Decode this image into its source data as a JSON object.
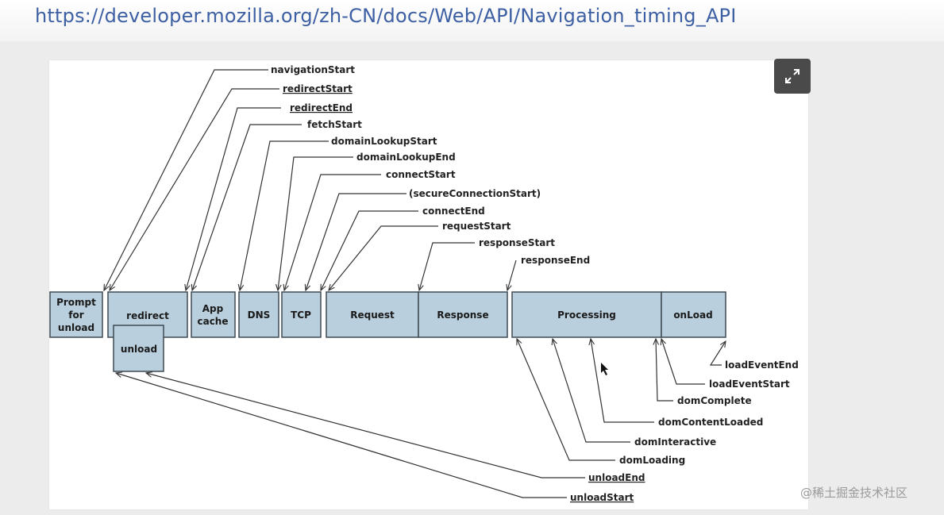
{
  "url": "https://developer.mozilla.org/zh-CN/docs/Web/API/Navigation_timing_API",
  "expand_icon": "expand-icon",
  "watermark": "@稀土掘金技术社区",
  "phases": {
    "prompt": [
      "Prompt",
      "for",
      "unload"
    ],
    "redirect": "redirect",
    "unload": "unload",
    "appcache": [
      "App",
      "cache"
    ],
    "dns": "DNS",
    "tcp": "TCP",
    "request": "Request",
    "response": "Response",
    "processing": "Processing",
    "onload": "onLoad"
  },
  "events": {
    "navigationStart": "navigationStart",
    "redirectStart": "redirectStart",
    "redirectEnd": "redirectEnd",
    "fetchStart": "fetchStart",
    "domainLookupStart": "domainLookupStart",
    "domainLookupEnd": "domainLookupEnd",
    "connectStart": "connectStart",
    "secureConnectionStart": "(secureConnectionStart)",
    "connectEnd": "connectEnd",
    "requestStart": "requestStart",
    "responseStart": "responseStart",
    "responseEnd": "responseEnd",
    "loadEventEnd": "loadEventEnd",
    "loadEventStart": "loadEventStart",
    "domComplete": "domComplete",
    "domContentLoaded": "domContentLoaded",
    "domInteractive": "domInteractive",
    "domLoading": "domLoading",
    "unloadEnd": "unloadEnd",
    "unloadStart": "unloadStart"
  },
  "colors": {
    "url": "#3d5fa3",
    "box_fill": "#b9cfdd",
    "box_stroke": "#3f4a52",
    "arrow": "#333333"
  }
}
